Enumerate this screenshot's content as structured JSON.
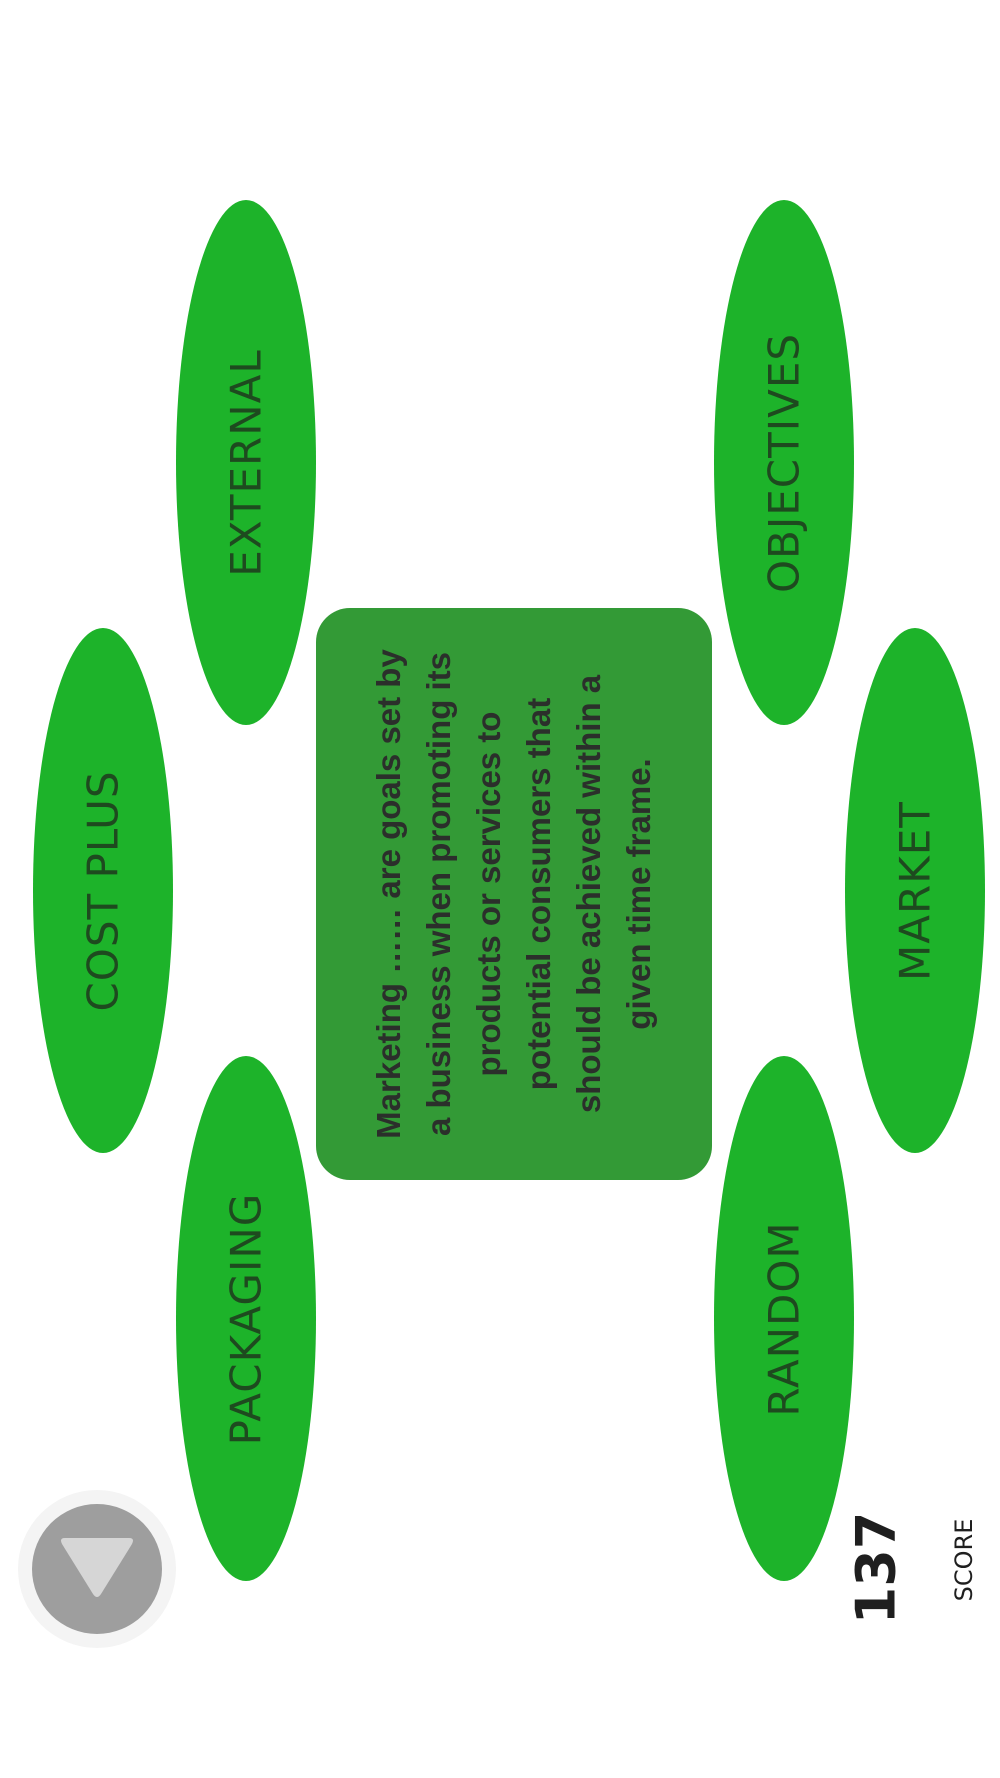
{
  "answers": [
    {
      "id": "cost-plus",
      "label": "COST PLUS"
    },
    {
      "id": "external",
      "label": "EXTERNAL"
    },
    {
      "id": "packaging",
      "label": "PACKAGING"
    },
    {
      "id": "objectives",
      "label": "OBJECTIVES"
    },
    {
      "id": "market",
      "label": "MARKET"
    },
    {
      "id": "random",
      "label": "RANDOM"
    }
  ],
  "question": {
    "text": "Marketing …… are goals set by a business when promoting its products or services to potential consumers that should be achieved within a given time frame."
  },
  "score": {
    "value": "137",
    "label": "SCORE"
  },
  "colors": {
    "oval": "#1db32a",
    "card": "#339a36",
    "button": "#9e9e9e"
  },
  "icons": {
    "menu": "triangle-down-icon"
  }
}
